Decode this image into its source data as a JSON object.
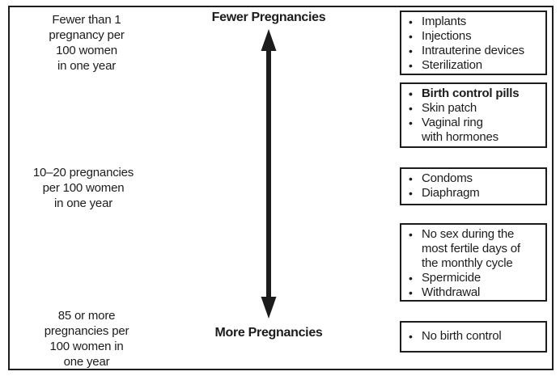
{
  "figure": {
    "top_header": "Fewer Pregnancies",
    "bottom_header": "More Pregnancies"
  },
  "rate_labels": [
    {
      "lines": [
        "Fewer than 1",
        "pregnancy per",
        "100 women",
        "in one year"
      ]
    },
    {
      "lines": [
        "10–20 pregnancies",
        "per 100 women",
        "in one year"
      ]
    },
    {
      "lines": [
        "85 or more",
        "pregnancies per",
        "100 women in",
        "one year"
      ]
    }
  ],
  "method_boxes": [
    {
      "items": [
        {
          "lines": [
            "Implants"
          ]
        },
        {
          "lines": [
            "Injections"
          ]
        },
        {
          "lines": [
            "Intrauterine devices"
          ]
        },
        {
          "lines": [
            "Sterilization"
          ]
        }
      ]
    },
    {
      "items": [
        {
          "lines": [
            "Birth control pills"
          ],
          "bold": true
        },
        {
          "lines": [
            "Skin patch"
          ]
        },
        {
          "lines": [
            "Vaginal ring",
            "with hormones"
          ]
        }
      ]
    },
    {
      "items": [
        {
          "lines": [
            "Condoms"
          ]
        },
        {
          "lines": [
            "Diaphragm"
          ]
        }
      ]
    },
    {
      "items": [
        {
          "lines": [
            "No sex during the",
            "most fertile days of",
            "the monthly cycle"
          ]
        },
        {
          "lines": [
            "Spermicide"
          ]
        },
        {
          "lines": [
            "Withdrawal"
          ]
        }
      ]
    },
    {
      "items": [
        {
          "lines": [
            "No birth control"
          ]
        }
      ]
    }
  ],
  "icons": {
    "bullet": "•",
    "arrow": "double-headed-vertical-arrow"
  },
  "colors": {
    "ink": "#1c1c1c",
    "background": "#ffffff"
  }
}
